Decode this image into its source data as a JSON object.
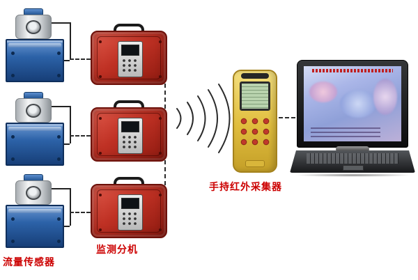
{
  "diagram": {
    "labels": {
      "flow_sensor": "流量传感器",
      "monitor_unit": "监测分机",
      "handheld_collector": "手持红外采集器"
    },
    "nodes": [
      {
        "id": "flow-sensor-1",
        "type": "flow-sensor"
      },
      {
        "id": "flow-sensor-2",
        "type": "flow-sensor"
      },
      {
        "id": "flow-sensor-3",
        "type": "flow-sensor"
      },
      {
        "id": "monitor-unit-1",
        "type": "monitor-case"
      },
      {
        "id": "monitor-unit-2",
        "type": "monitor-case"
      },
      {
        "id": "monitor-unit-3",
        "type": "monitor-case"
      },
      {
        "id": "handheld-collector",
        "type": "handheld-device"
      },
      {
        "id": "laptop",
        "type": "computer"
      }
    ],
    "connections": [
      {
        "from": "flow-sensor-1",
        "to": "monitor-unit-1",
        "style": "dashed"
      },
      {
        "from": "flow-sensor-2",
        "to": "monitor-unit-2",
        "style": "dashed"
      },
      {
        "from": "flow-sensor-3",
        "to": "monitor-unit-3",
        "style": "dashed"
      },
      {
        "from": "monitor-unit-1",
        "to": "monitor-unit-2",
        "style": "dashed-vertical"
      },
      {
        "from": "monitor-unit-2",
        "to": "monitor-unit-3",
        "style": "dashed-vertical"
      },
      {
        "from": "monitor-units",
        "to": "handheld-collector",
        "style": "wireless-arcs"
      },
      {
        "from": "handheld-collector",
        "to": "laptop",
        "style": "dashed"
      }
    ]
  },
  "colors": {
    "label_text": "#cc0000",
    "case_red": "#bf3124",
    "sensor_blue": "#2c62a8",
    "handheld_yellow": "#e0bd3d",
    "lcd_green": "#b9d3ae",
    "line": "#2b2b2b"
  }
}
